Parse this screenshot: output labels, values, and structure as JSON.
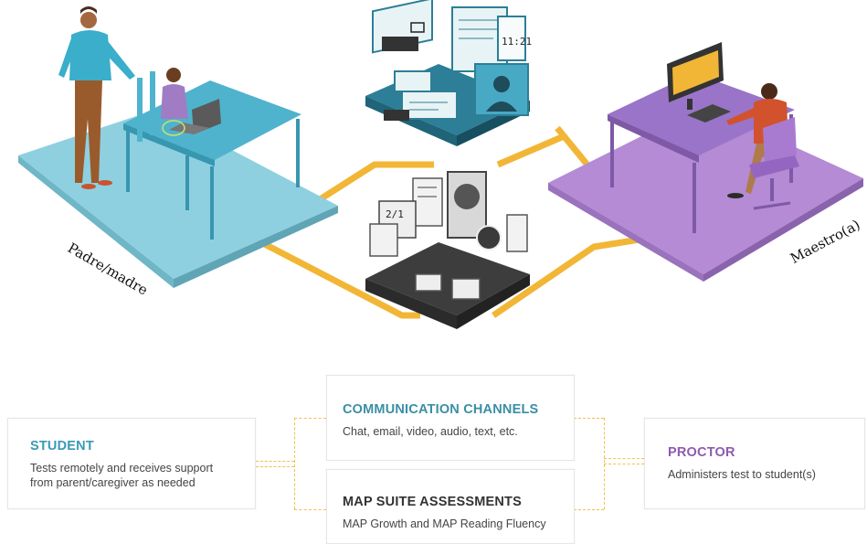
{
  "labels": {
    "parent": "Padre/madre",
    "teacher": "Maestro(a)"
  },
  "cards": {
    "student": {
      "title": "STUDENT",
      "desc_line1": "Tests remotely and receives support",
      "desc_line2": "from parent/caregiver as needed",
      "color": "#3a9ab4"
    },
    "communication": {
      "title": "COMMUNICATION CHANNELS",
      "desc": "Chat, email, video, audio, text, etc.",
      "color": "#3a8ea5"
    },
    "map": {
      "title": "MAP SUITE ASSESSMENTS",
      "desc": "MAP Growth and MAP Reading Fluency",
      "color": "#333333"
    },
    "proctor": {
      "title": "PROCTOR",
      "desc": "Administers test to student(s)",
      "color": "#8e5bb0"
    }
  },
  "screens": {
    "clock_text": "11:21",
    "board_text": "2/1"
  },
  "colors": {
    "student_platform": "#8ed0e0",
    "proctor_platform": "#b48bd4",
    "comm_platform": "#2c7f96",
    "map_platform": "#3d3d3d",
    "connector": "#f2b636"
  },
  "icons": [
    "parent-figure",
    "student-figure",
    "laptop-icon",
    "teacher-figure",
    "monitor-icon",
    "chat-screens",
    "map-screens"
  ]
}
